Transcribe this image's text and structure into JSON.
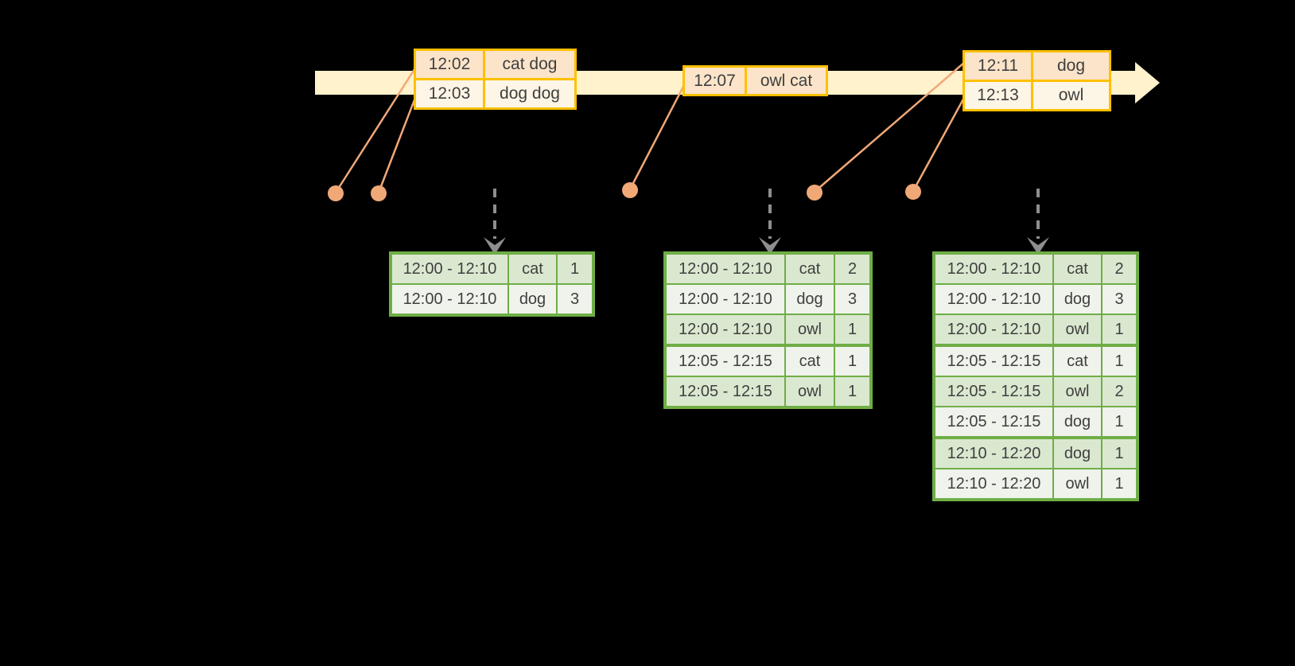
{
  "colors": {
    "background": "#000000",
    "band": "#FFF2CC",
    "gold_border": "#FFC000",
    "event_row_dark": "#FBE4C9",
    "event_row_light": "#FDF5E5",
    "orange_accent": "#F0A877",
    "green_border": "#6FAE46",
    "green_row_dark": "#DAE8D0",
    "green_row_light": "#EFF3EB",
    "trigger_gray": "#8E8E8E",
    "text": "#3F3F3F"
  },
  "event_stream": {
    "tables": [
      {
        "rows": [
          {
            "time": "12:02",
            "words": "cat dog"
          },
          {
            "time": "12:03",
            "words": "dog dog"
          }
        ]
      },
      {
        "rows": [
          {
            "time": "12:07",
            "words": "owl cat"
          }
        ]
      },
      {
        "rows": [
          {
            "time": "12:11",
            "words": "dog"
          },
          {
            "time": "12:13",
            "words": "owl"
          }
        ]
      }
    ]
  },
  "result_tables": [
    {
      "rows": [
        {
          "window": "12:00 - 12:10",
          "word": "cat",
          "count": "1"
        },
        {
          "window": "12:00 - 12:10",
          "word": "dog",
          "count": "3"
        }
      ]
    },
    {
      "rows": [
        {
          "window": "12:00 - 12:10",
          "word": "cat",
          "count": "2"
        },
        {
          "window": "12:00 - 12:10",
          "word": "dog",
          "count": "3"
        },
        {
          "window": "12:00 - 12:10",
          "word": "owl",
          "count": "1"
        },
        {
          "window": "12:05 - 12:15",
          "word": "cat",
          "count": "1"
        },
        {
          "window": "12:05 - 12:15",
          "word": "owl",
          "count": "1"
        }
      ]
    },
    {
      "rows": [
        {
          "window": "12:00 - 12:10",
          "word": "cat",
          "count": "2"
        },
        {
          "window": "12:00 - 12:10",
          "word": "dog",
          "count": "3"
        },
        {
          "window": "12:00 - 12:10",
          "word": "owl",
          "count": "1"
        },
        {
          "window": "12:05 - 12:15",
          "word": "cat",
          "count": "1"
        },
        {
          "window": "12:05 - 12:15",
          "word": "owl",
          "count": "2"
        },
        {
          "window": "12:05 - 12:15",
          "word": "dog",
          "count": "1"
        },
        {
          "window": "12:10 - 12:20",
          "word": "dog",
          "count": "1"
        },
        {
          "window": "12:10 - 12:20",
          "word": "owl",
          "count": "1"
        }
      ]
    }
  ]
}
